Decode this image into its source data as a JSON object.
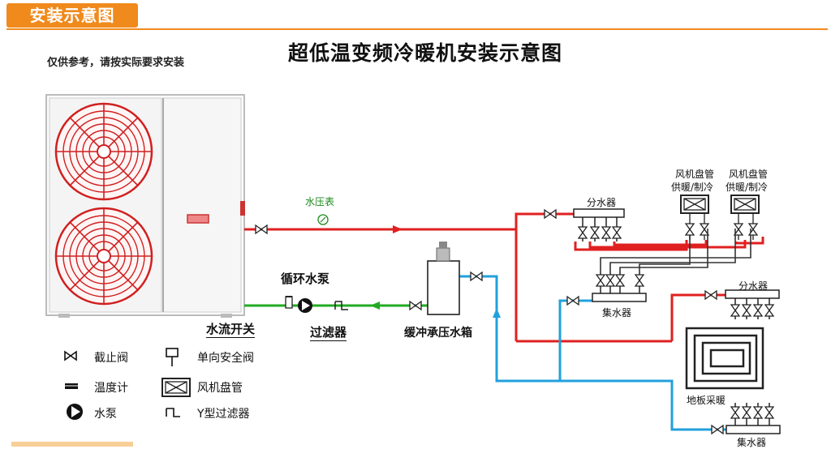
{
  "header": {
    "tab_label": "安装示意图"
  },
  "title": "超低温变频冷暖机安装示意图",
  "note": "仅供参考，请按实际要求安装",
  "labels": {
    "pressure_gauge": "水压表",
    "circulation_pump": "循环水泵",
    "flow_switch": "水流开关",
    "filter": "过滤器",
    "buffer_tank": "缓冲承压水箱",
    "distributor_top": "分水器",
    "collector_mid": "集水器",
    "fan_coil_1_name": "风机盘管",
    "fan_coil_1_mode": "供暖/制冷",
    "fan_coil_2_name": "风机盘管",
    "fan_coil_2_mode": "供暖/制冷",
    "distributor_right": "分水器",
    "floor_heating": "地板采暖",
    "collector_bottom": "集水器"
  },
  "legend": [
    {
      "icon": "stop-valve-icon",
      "label": "截止阀"
    },
    {
      "icon": "check-safety-valve-icon",
      "label": "单向安全阀"
    },
    {
      "icon": "thermometer-icon",
      "label": "温度计"
    },
    {
      "icon": "fan-coil-icon",
      "label": "风机盘管"
    },
    {
      "icon": "water-pump-icon",
      "label": "水泵"
    },
    {
      "icon": "y-filter-icon",
      "label": "Y型过滤器"
    }
  ],
  "colors": {
    "accent": "#f08a1c",
    "supply_pipe": "#e02020",
    "return_pipe": "#22a0dd",
    "pump_line": "#22aa22",
    "fan_grill": "#d02020",
    "secondary_pipe": "#333333"
  }
}
